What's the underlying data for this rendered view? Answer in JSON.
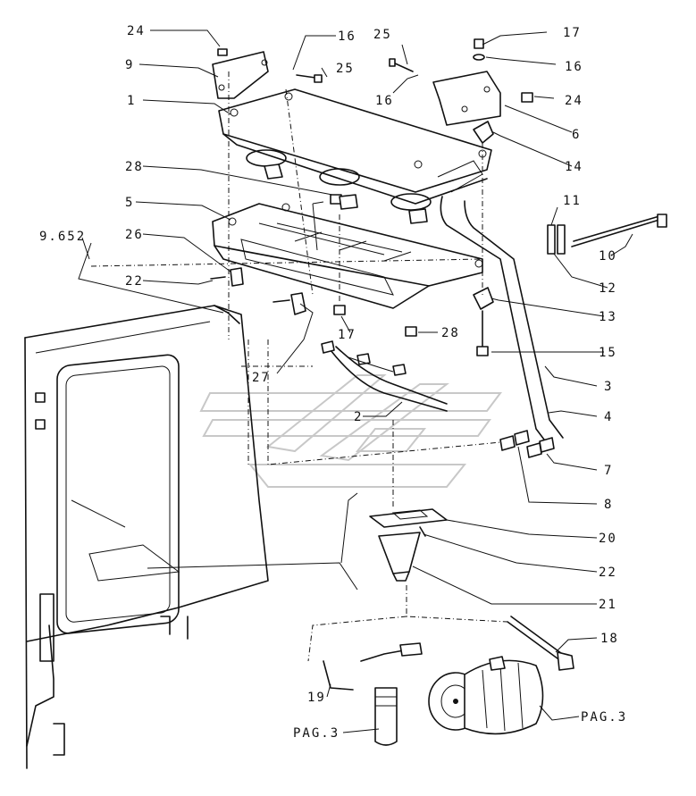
{
  "callouts": {
    "c24a": "24",
    "c16a": "16",
    "c9": "9",
    "c25a": "25",
    "c1": "1",
    "c25b": "25",
    "c16b": "16",
    "c17a": "17",
    "c16c": "16",
    "c24b": "24",
    "c6": "6",
    "c14": "14",
    "c28a": "28",
    "c5": "5",
    "c11": "11",
    "c10": "10",
    "c9652": "9.652",
    "c26": "26",
    "c12": "12",
    "c22a": "22",
    "c13": "13",
    "c17b": "17",
    "c28b": "28",
    "c15": "15",
    "c27": "27",
    "c3": "3",
    "c2": "2",
    "c4": "4",
    "c7": "7",
    "c8": "8",
    "c20": "20",
    "c22b": "22",
    "c21": "21",
    "c18": "18",
    "c19": "19",
    "pag_a": "PAG.3",
    "pag_b": "PAG.3"
  }
}
